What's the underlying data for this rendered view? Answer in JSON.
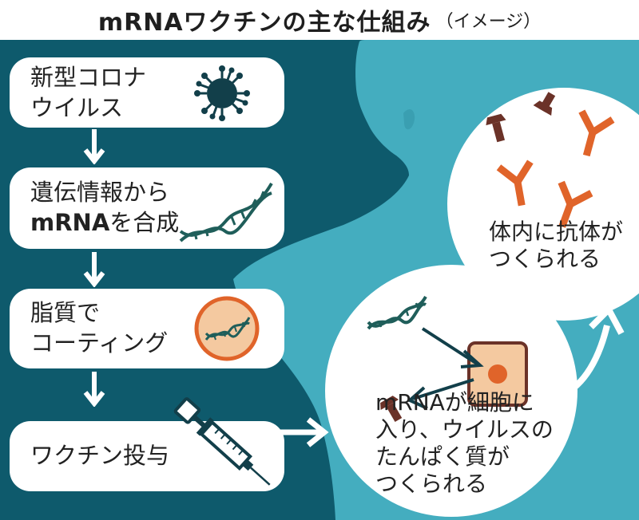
{
  "title": {
    "main": "mRNAワクチンの主な仕組み",
    "sub": "（イメージ）"
  },
  "steps": [
    {
      "line1": "新型コロナ",
      "line2": "ウイルス",
      "icon": "coronavirus-icon"
    },
    {
      "line1": "遺伝情報から",
      "line2_bold": "mRNA",
      "line2_rest": "を合成",
      "icon": "mrna-strand-icon"
    },
    {
      "line1": "脂質で",
      "line2": "コーティング",
      "icon": "lipid-coated-mrna-icon"
    },
    {
      "line1": "ワクチン投与",
      "icon": "syringe-icon"
    }
  ],
  "cell_circle": {
    "text": "mRNAが細胞に\n入り、ウイルスの\nたんぱく質が\nつくられる"
  },
  "antibody_circle": {
    "text": "体内に抗体が\nつくられる"
  },
  "colors": {
    "background": "#0e5a6c",
    "silhouette": "#44adbf",
    "step_box": "#ffffff",
    "antibody": "#e0642a",
    "viral_protein": "#6b3228",
    "cell_fill": "#f4c9a0",
    "cell_nucleus": "#e0642a",
    "lipid_ring": "#e0642a",
    "dna_strand": "#1f5e5a"
  }
}
